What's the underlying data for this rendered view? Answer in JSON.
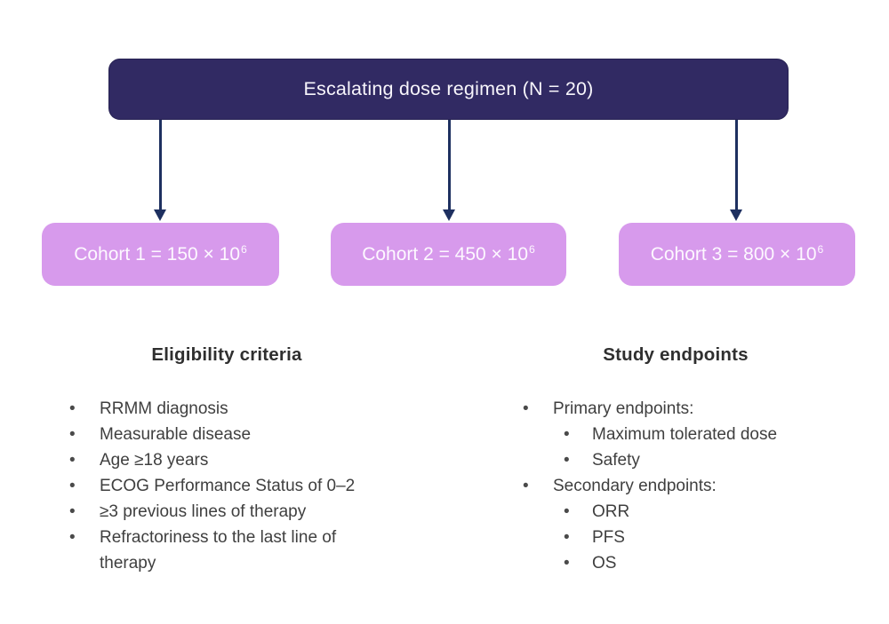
{
  "diagram": {
    "top_box": {
      "label": "Escalating dose regimen (N = 20)"
    },
    "cohorts": [
      {
        "label_main": "Cohort 1 = 150 × 10",
        "exponent": "6"
      },
      {
        "label_main": "Cohort 2 = 450 × 10",
        "exponent": "6"
      },
      {
        "label_main": "Cohort 3 = 800 × 10",
        "exponent": "6"
      }
    ]
  },
  "eligibility": {
    "title": "Eligibility criteria",
    "items": [
      "RRMM diagnosis",
      "Measurable disease",
      "Age ≥18 years",
      "ECOG Performance Status of 0–2",
      "≥3 previous lines of therapy",
      "Refractoriness to the last line of therapy"
    ]
  },
  "endpoints": {
    "title": "Study endpoints",
    "items": [
      {
        "label": "Primary endpoints:",
        "sub": [
          "Maximum tolerated dose",
          "Safety"
        ]
      },
      {
        "label": "Secondary endpoints:",
        "sub": [
          "ORR",
          "PFS",
          "OS"
        ]
      }
    ]
  },
  "ui": {
    "bullet": "•"
  },
  "colors": {
    "navy_box": "#312a63",
    "arrow": "#1e3060",
    "cohort_purple": "#d79aec",
    "body_text": "#3f3f3f",
    "heading_text": "#2f2f2f",
    "box_text": "#ffffff"
  }
}
